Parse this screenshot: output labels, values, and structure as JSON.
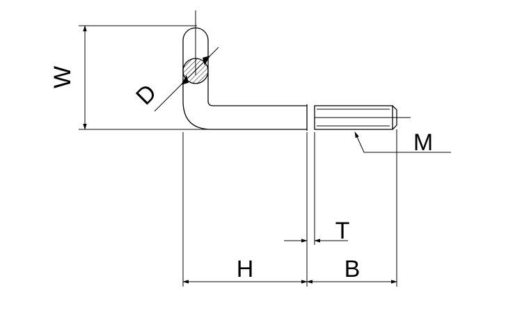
{
  "labels": {
    "W": "W",
    "D": "D",
    "M": "M",
    "T": "T",
    "H": "H",
    "B": "B"
  }
}
